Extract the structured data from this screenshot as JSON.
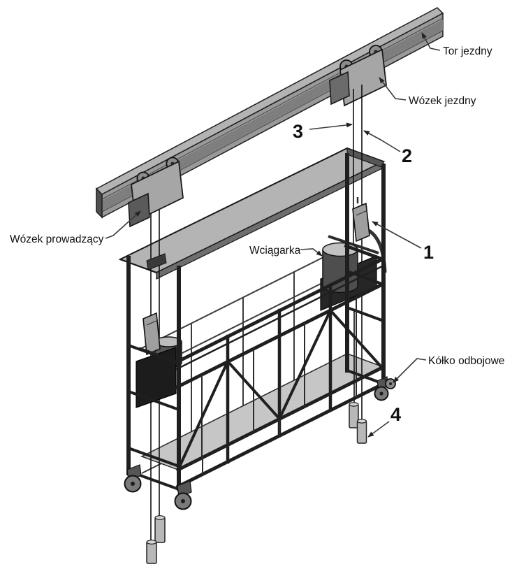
{
  "diagram": {
    "description": "Isometric technical diagram of a suspended access platform with overhead running track",
    "labels": {
      "tor_jezdny": "Tor jezdny",
      "wozek_jezdny": "Wózek jezdny",
      "wozek_prowadzacy": "Wózek prowadzący",
      "wciagarka": "Wciągarka",
      "kolko_odbojowe": "Kółko odbojowe"
    },
    "callout_numbers": {
      "n1": "1",
      "n2": "2",
      "n3": "3",
      "n4": "4"
    },
    "colors": {
      "background": "#ffffff",
      "line": "#1f1f1f",
      "rail_top": "#b3b3b3",
      "rail_face": "#999999",
      "rail_web": "#7e7e7e",
      "rail_end": "#4f4f4f",
      "canopy_top": "#b4b4b4",
      "canopy_edge": "#6e6e6e",
      "deck": "#c6c6c6",
      "trolley_plate": "#a6a6a6",
      "roller": "#8c8c8c",
      "winch_drum_top": "#c2c2c2",
      "winch_drum_body": "#4e4e4e",
      "winch_tray": "#262626",
      "motor_box": "#1c1c1c",
      "lock_device": "#9f9f9f",
      "weight": "#b8b8b8",
      "wheel": "#7a7a7a"
    }
  }
}
